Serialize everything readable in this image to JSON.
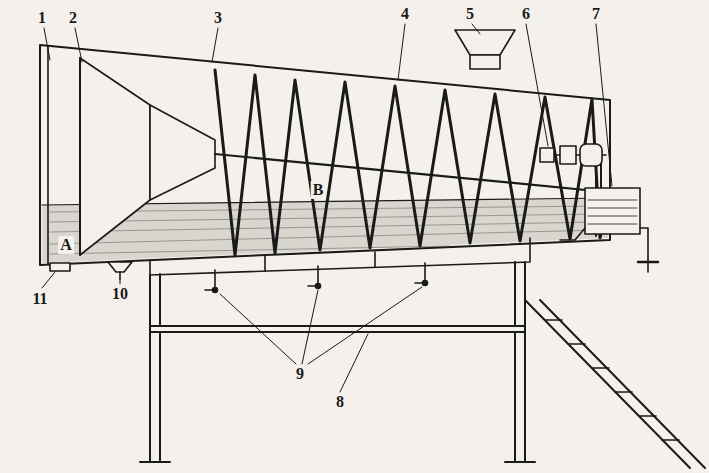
{
  "diagram": {
    "labels": [
      "1",
      "2",
      "3",
      "4",
      "5",
      "6",
      "7",
      "8",
      "9",
      "10",
      "11",
      "A",
      "B"
    ]
  }
}
